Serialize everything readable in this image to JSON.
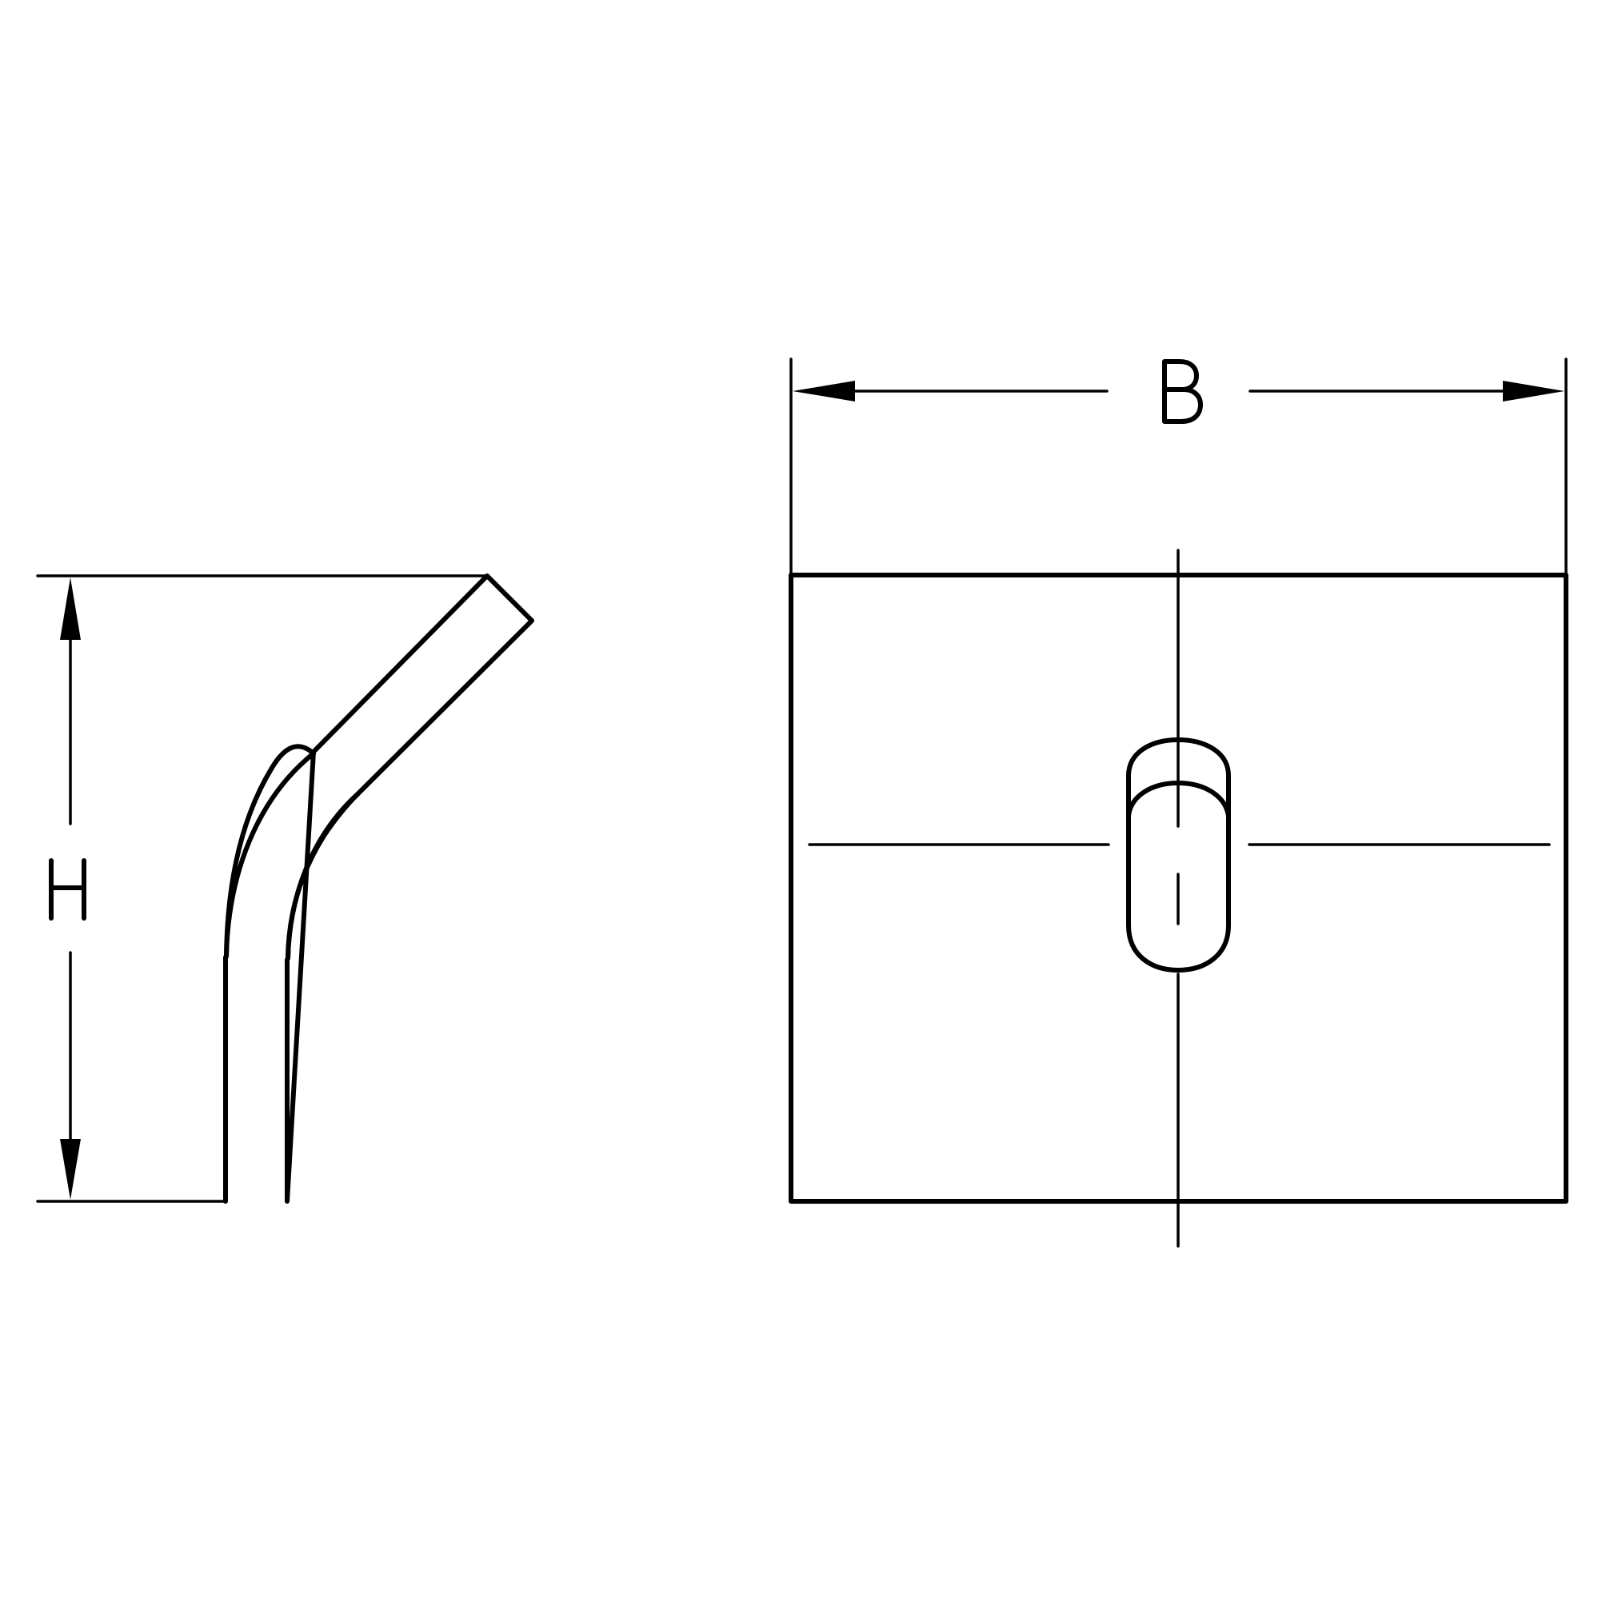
{
  "drawing": {
    "type": "technical-drawing",
    "views": [
      "side-view",
      "front-view"
    ],
    "line_color": "#000000",
    "background": "#ffffff"
  },
  "dimensions": {
    "height": {
      "label": "H"
    },
    "width": {
      "label": "B"
    }
  }
}
